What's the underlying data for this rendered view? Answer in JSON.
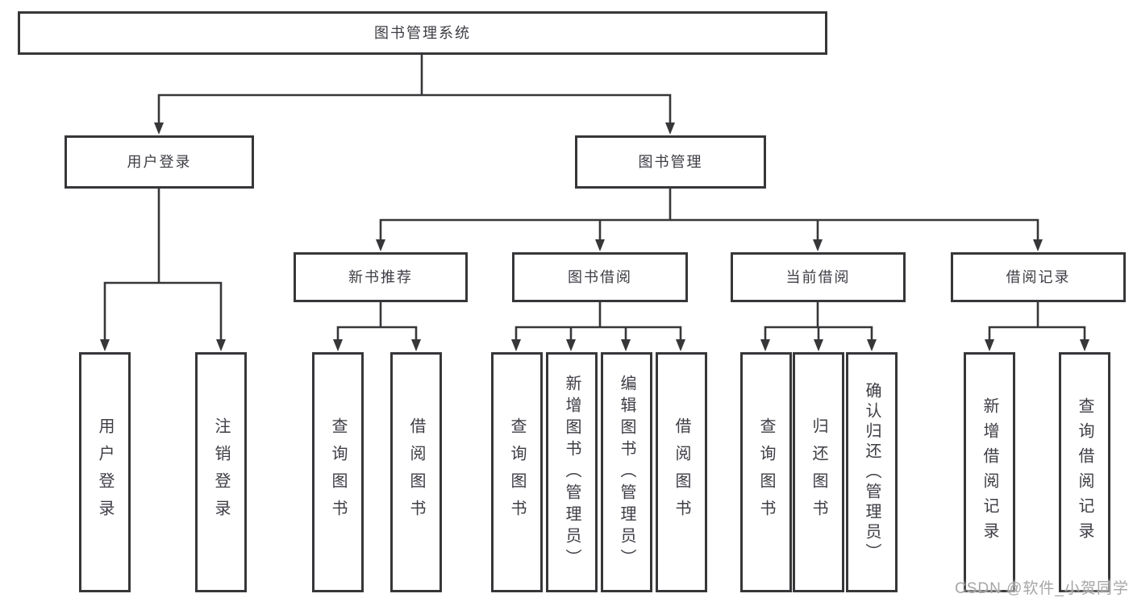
{
  "diagram_title": "图书管理系统",
  "tree": {
    "label": "图书管理系统",
    "children": [
      {
        "label": "用户登录",
        "children": [
          {
            "label": "用户登录"
          },
          {
            "label": "注销登录"
          }
        ]
      },
      {
        "label": "图书管理",
        "children": [
          {
            "label": "新书推荐",
            "children": [
              {
                "label": "查询图书"
              },
              {
                "label": "借阅图书"
              }
            ]
          },
          {
            "label": "图书借阅",
            "children": [
              {
                "label": "查询图书"
              },
              {
                "label": "新增图书（管理员）"
              },
              {
                "label": "编辑图书（管理员）"
              },
              {
                "label": "借阅图书"
              }
            ]
          },
          {
            "label": "当前借阅",
            "children": [
              {
                "label": "查询图书"
              },
              {
                "label": "归还图书"
              },
              {
                "label": "确认归还（管理员）"
              }
            ]
          },
          {
            "label": "借阅记录",
            "children": [
              {
                "label": "新增借阅记录"
              },
              {
                "label": "查询借阅记录"
              }
            ]
          }
        ]
      }
    ]
  },
  "watermark": {
    "text": "CSDN @软件_小贺同学"
  },
  "colors": {
    "line": "#37373a",
    "text": "#3d3d44",
    "watermark": "#a6a6a6",
    "bg": "#ffffff"
  }
}
